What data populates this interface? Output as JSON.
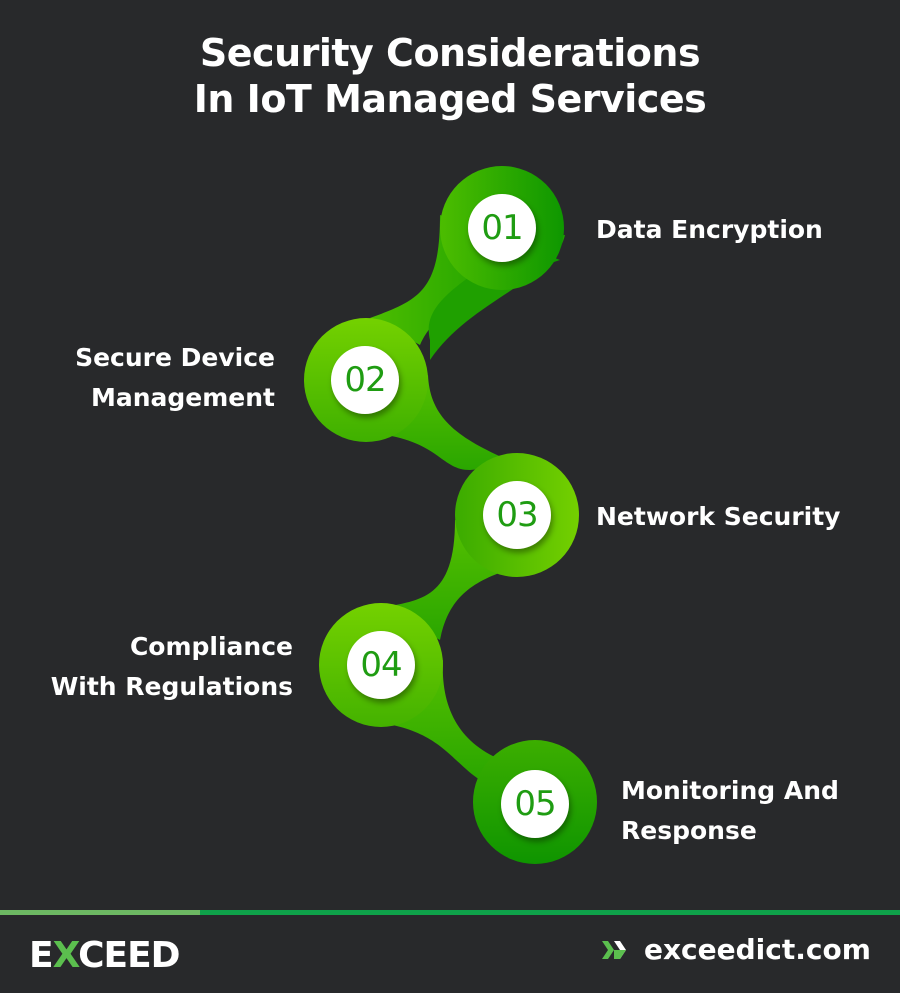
{
  "title": {
    "line1": "Security Considerations",
    "line2": "In IoT Managed Services"
  },
  "steps": [
    {
      "number": "01",
      "label_lines": [
        "Data Encryption"
      ]
    },
    {
      "number": "02",
      "label_lines": [
        "Secure Device",
        "Management"
      ]
    },
    {
      "number": "03",
      "label_lines": [
        "Network Security"
      ]
    },
    {
      "number": "04",
      "label_lines": [
        "Compliance",
        "With Regulations"
      ]
    },
    {
      "number": "05",
      "label_lines": [
        "Monitoring And",
        "Response"
      ]
    }
  ],
  "footer": {
    "logo_pre": "E",
    "logo_x": "X",
    "logo_post": "CEED",
    "website": "exceedict.com",
    "line_color_left": "#6db863",
    "line_color_right": "#0fa14a"
  },
  "colors": {
    "background": "#28292b",
    "green_light": "#72cf00",
    "green_dark": "#149a00",
    "number_green": "#1f9c12"
  }
}
